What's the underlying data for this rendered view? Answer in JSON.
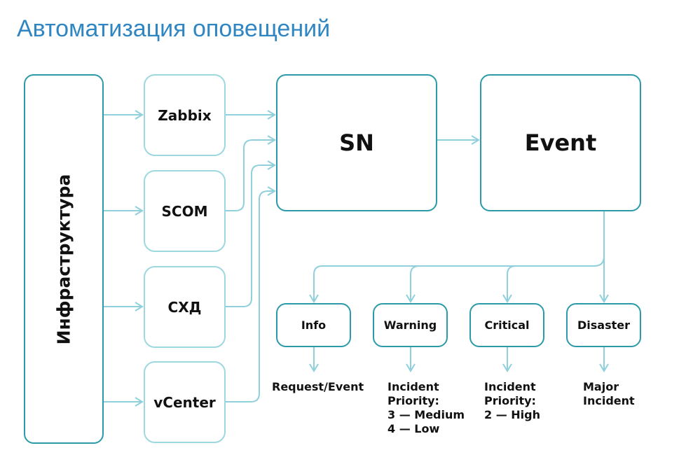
{
  "title": "Автоматизация оповещений",
  "infrastructure": "Инфраструктура",
  "sources": [
    "Zabbix",
    "SCOM",
    "СХД",
    "vCenter"
  ],
  "sn": "SN",
  "event": "Event",
  "levels": [
    {
      "label": "Info",
      "desc": [
        "Request/Event"
      ]
    },
    {
      "label": "Warning",
      "desc": [
        "Incident",
        "Priority:",
        "3 — Medium",
        "4 — Low"
      ]
    },
    {
      "label": "Critical",
      "desc": [
        "Incident",
        "Priority:",
        "2 — High"
      ]
    },
    {
      "label": "Disaster",
      "desc": [
        "Major",
        "Incident"
      ]
    }
  ],
  "colors": {
    "title": "#2f86c2",
    "stroke_dark": "#2c9aa8",
    "stroke_light": "#9ed8df",
    "connector": "#8fd0dc"
  }
}
